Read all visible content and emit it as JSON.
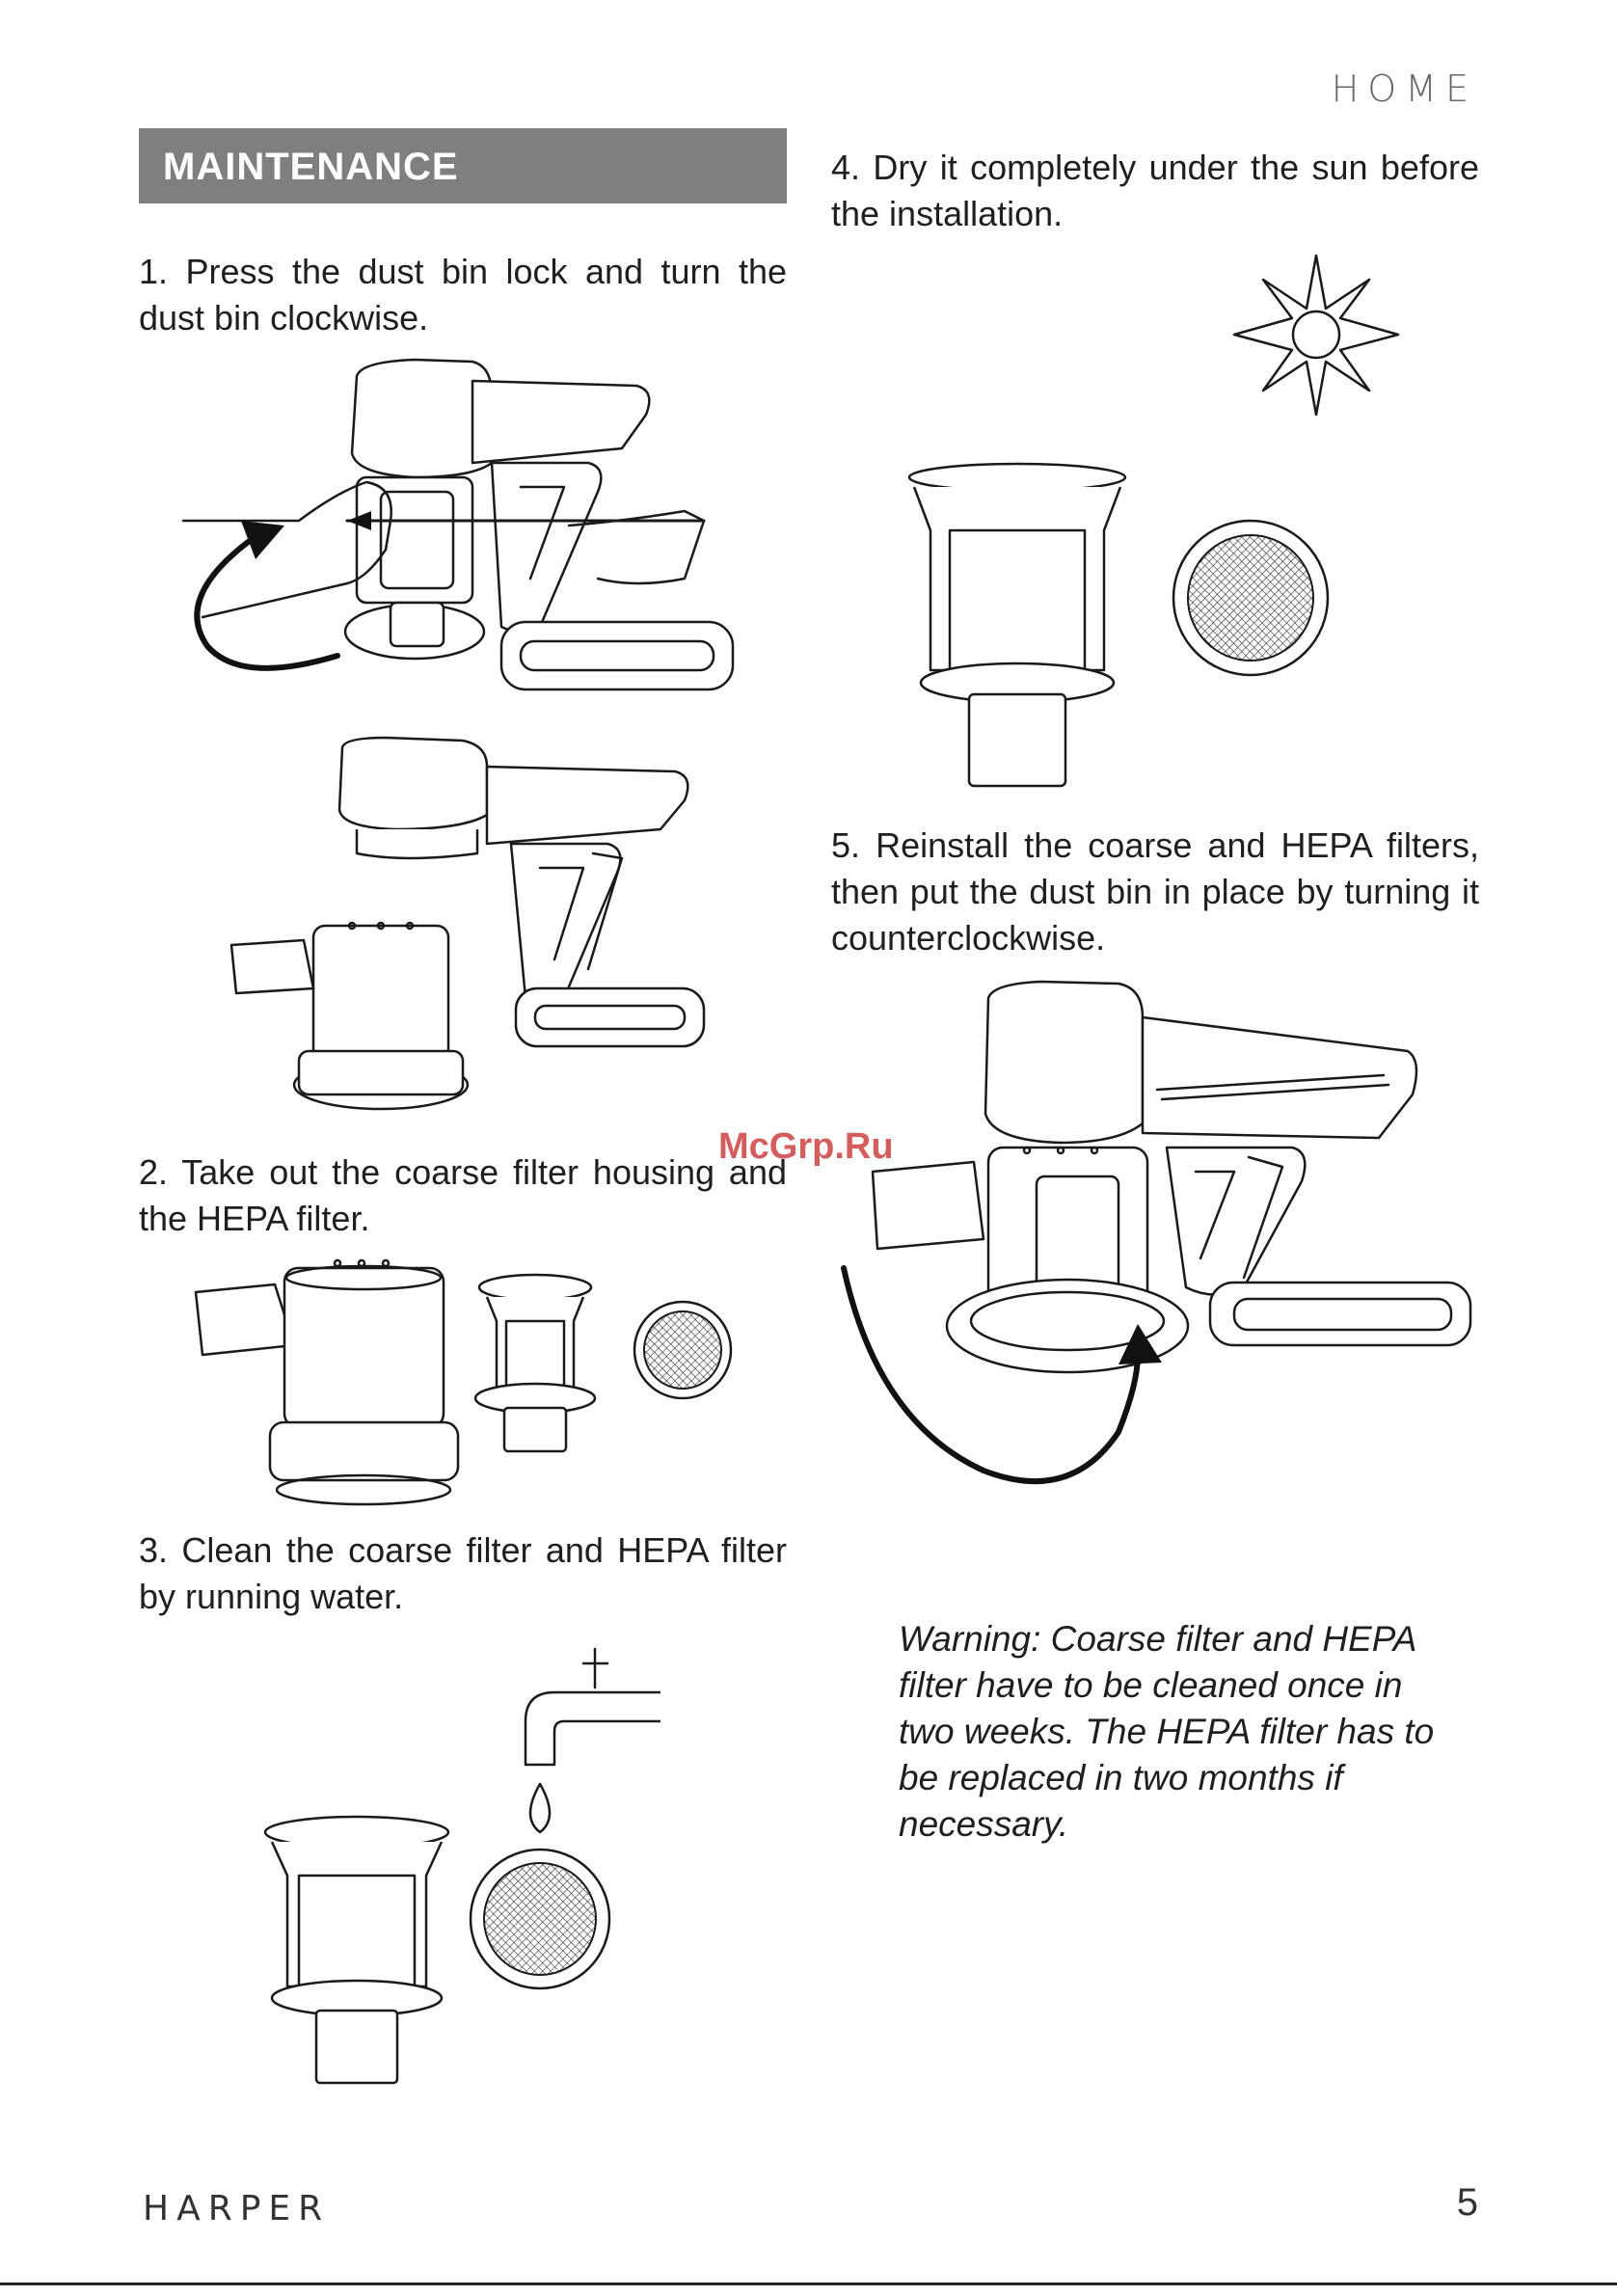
{
  "header": {
    "brand": "HOME"
  },
  "section_title": "MAINTENANCE",
  "steps": [
    {
      "text": "1. Press the dust bin lock and turn the dust bin clockwise."
    },
    {
      "text": "2. Take out the coarse filter housing and the HEPA filter."
    },
    {
      "text": "3. Clean the coarse filter and HEPA filter by running water."
    },
    {
      "text": "4. Dry it completely under the sun before the installation."
    },
    {
      "text": "5. Reinstall the coarse and HEPA filters, then put the dust bin in place by turning it counterclockwise."
    }
  ],
  "warning": "Warning: Coarse filter and HEPA filter have to be cleaned once in two weeks. The HEPA filter has to be replaced in two months if necessary.",
  "watermark": "McGrp.Ru",
  "footer": {
    "brand": "HARPER",
    "page_number": "5"
  },
  "icons": [
    "vacuum-handheld-icon",
    "hepa-filter-icon",
    "coarse-filter-icon",
    "water-tap-icon",
    "water-drop-icon",
    "sun-icon",
    "rotation-arrow-icon"
  ]
}
